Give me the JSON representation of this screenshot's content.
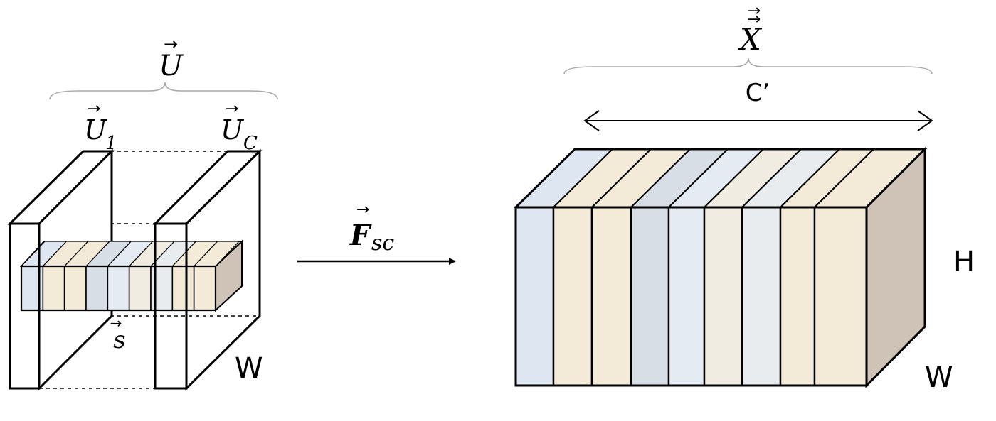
{
  "left_figure": {
    "brace_label": "U",
    "label_u1_base": "U",
    "label_u1_sub": "1",
    "label_uc_base": "U",
    "label_uc_sub": "C",
    "label_s": "s",
    "label_w": "W",
    "slice_colors": [
      "#dde6f1",
      "#f3ead8",
      "#f3ead8",
      "#d8dee6",
      "#e5ebf3",
      "#f1ece1",
      "#e9ecef",
      "#f3ead8",
      "#f3ead8"
    ]
  },
  "operator": {
    "label_base": "F",
    "label_sub": "sc"
  },
  "right_figure": {
    "brace_label": "X",
    "dimension_label": "C’",
    "label_h": "H",
    "label_w": "W",
    "slice_colors": [
      "#dde6f1",
      "#f3ead8",
      "#f3ead8",
      "#d8dee6",
      "#e5ebf3",
      "#f1ece1",
      "#e9ecef",
      "#f3ead8",
      "#f3ead8"
    ],
    "side_color": "#cfc3b8"
  }
}
